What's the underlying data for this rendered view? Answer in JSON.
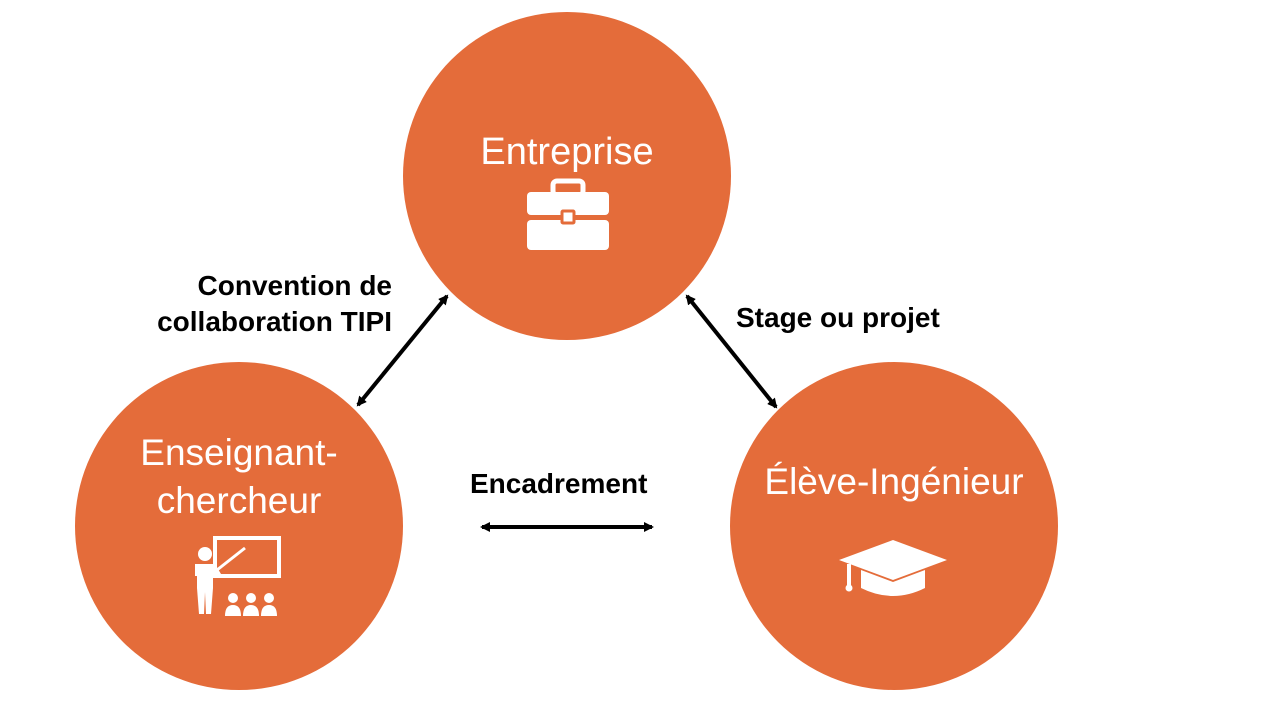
{
  "nodes": {
    "entreprise": {
      "label": "Entreprise",
      "icon": "briefcase-icon"
    },
    "enseignant": {
      "label_line1": "Enseignant-",
      "label_line2": "chercheur",
      "icon": "teacher-classroom-icon"
    },
    "eleve": {
      "label": "Élève-Ingénieur",
      "icon": "graduation-cap-icon"
    }
  },
  "links": {
    "convention": {
      "line1": "Convention de",
      "line2": "collaboration TIPI"
    },
    "stage": {
      "label": "Stage ou projet"
    },
    "encadrement": {
      "label": "Encadrement"
    }
  },
  "colors": {
    "node_fill": "#E46C3A",
    "node_text": "#FFFFFF",
    "arrow": "#000000"
  }
}
